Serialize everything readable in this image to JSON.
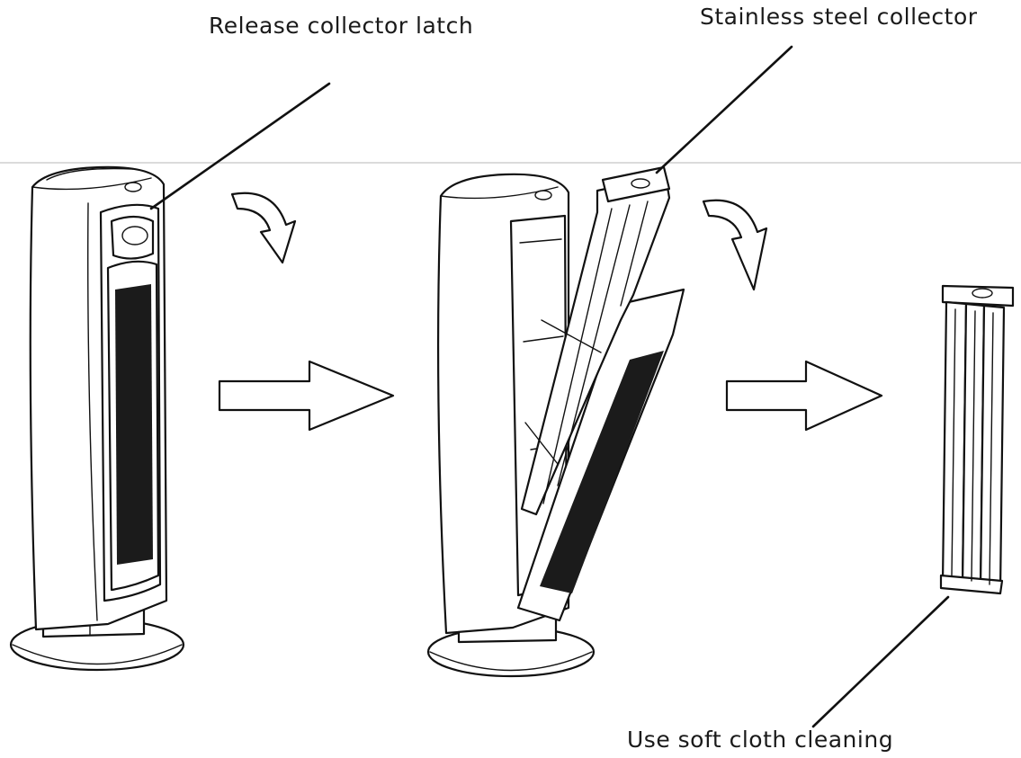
{
  "labels": {
    "release_latch": "Release collector latch",
    "collector": "Stainless steel collector",
    "cleaning": "Use soft cloth cleaning"
  },
  "icons": {
    "step_arrow": "right-arrow-outline-icon",
    "open_motion": "curved-rotate-arrow-icon"
  },
  "colors": {
    "line": "#111111",
    "background": "#ffffff",
    "divider": "#cfcfcf"
  }
}
